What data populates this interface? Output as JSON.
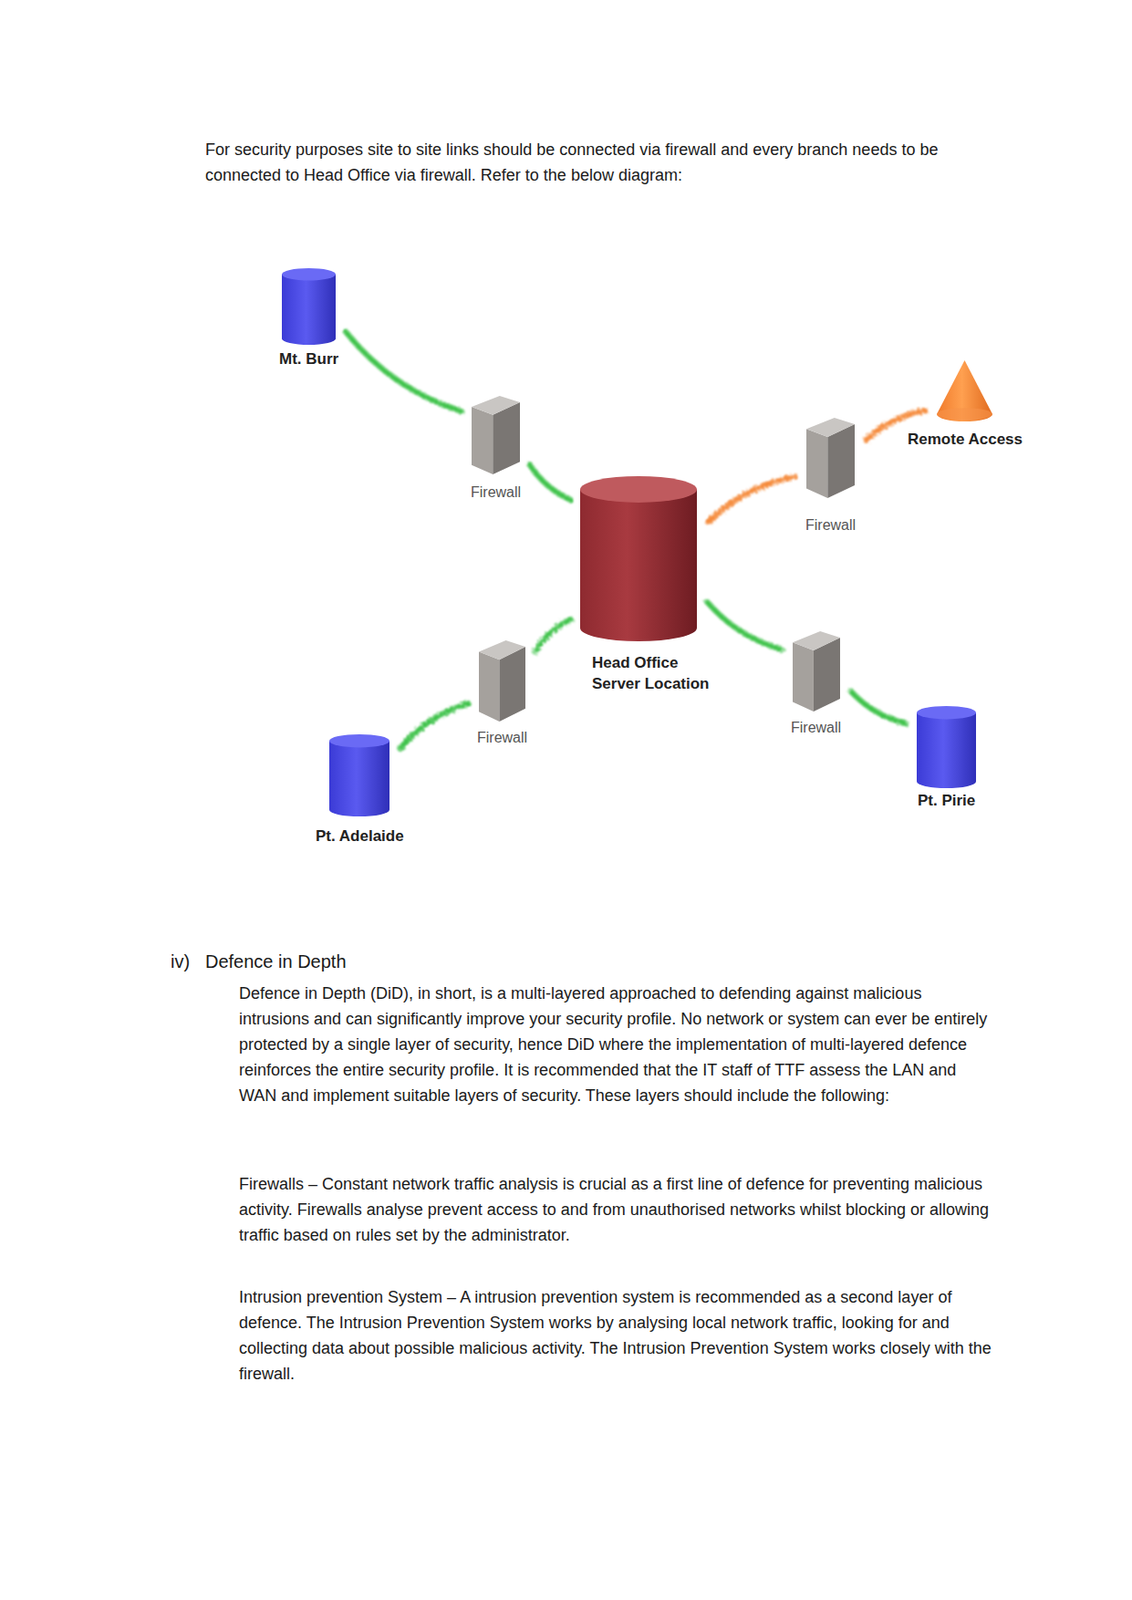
{
  "diagram": {
    "nodes": [
      {
        "text": [
          "Mt. Burr"
        ]
      },
      {
        "text": [
          "Remote Access"
        ]
      },
      {
        "text": [
          "Firewall"
        ]
      },
      {
        "text": [
          "Firewall"
        ]
      },
      {
        "text": [
          "Head Office Server Location"
        ]
      },
      {
        "text": [
          "Firewall"
        ]
      },
      {
        "text": [
          "Firewall"
        ]
      },
      {
        "text": [
          "Pt. Pirie"
        ]
      },
      {
        "text": [
          "Pt. Adelaide"
        ]
      }
    ],
    "edges": [
      {
        "from": 0,
        "to": 2,
        "arrow": "none"
      },
      {
        "from": 2,
        "to": 4,
        "arrow": "none"
      },
      {
        "from": 1,
        "to": 3,
        "arrow": "none"
      },
      {
        "from": 3,
        "to": 4,
        "arrow": "none"
      },
      {
        "from": 4,
        "to": 6,
        "arrow": "none"
      },
      {
        "from": 6,
        "to": 8,
        "arrow": "none"
      },
      {
        "from": 4,
        "to": 5,
        "arrow": "none"
      },
      {
        "from": 5,
        "to": 7,
        "arrow": "none"
      }
    ],
    "labels": [
      "For security purposes site to site links should be connected via firewall and every branch needs to be connected to Head Office via firewall. Refer to the below diagram:",
      "iv)",
      "Defence in Depth",
      "Defence in Depth (DiD), in short, is a multi-layered approached to defending against malicious intrusions and can significantly improve your security profile. No network or system can ever be entirely protected by a single layer of security, hence DiD where the implementation of multi-layered defence reinforces the entire security profile. It is recommended that the IT staff of TTF assess the LAN and WAN and implement suitable layers of security. These layers should include the following:",
      "Firewalls – Constant network traffic analysis is crucial as a first line of defence for preventing malicious activity. Firewalls analyse prevent access to and from unauthorised networks whilst blocking or allowing traffic based on rules set by the administrator.",
      "Intrusion prevention System – A intrusion prevention system is recommended as a second layer of defence. The Intrusion Prevention System works by analysing local network traffic, looking for and collecting data about possible malicious activity. The Intrusion Prevention System works closely with the firewall."
    ]
  }
}
